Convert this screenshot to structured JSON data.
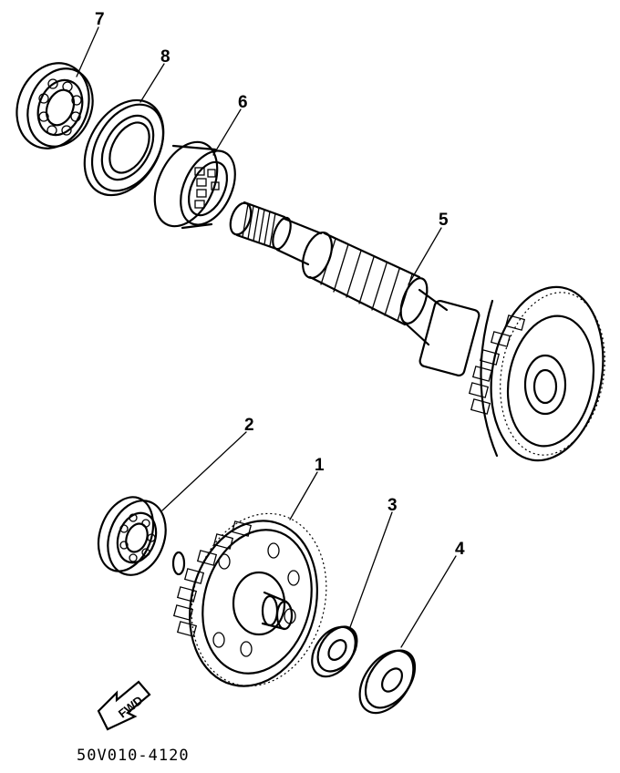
{
  "callouts": [
    {
      "id": "part-7",
      "label": "7"
    },
    {
      "id": "part-8",
      "label": "8"
    },
    {
      "id": "part-6",
      "label": "6"
    },
    {
      "id": "part-5",
      "label": "5"
    },
    {
      "id": "part-2",
      "label": "2"
    },
    {
      "id": "part-1",
      "label": "1"
    },
    {
      "id": "part-3",
      "label": "3"
    },
    {
      "id": "part-4",
      "label": "4"
    }
  ],
  "direction_arrow": {
    "label": "FWD",
    "icon": "fwd-arrow-icon"
  },
  "part_code": "50V010-4120",
  "colors": {
    "ink": "#000000",
    "paper": "#ffffff"
  }
}
